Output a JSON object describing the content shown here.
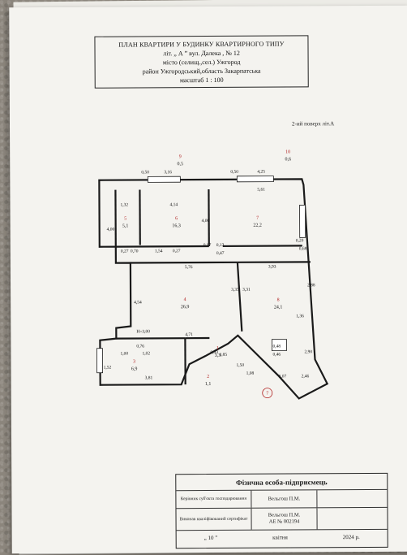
{
  "header": {
    "line1": "ПЛАН КВАРТИРИ У БУДИНКУ КВАРТИРНОГО ТИПУ",
    "line2": "літ. „ А ”  вул. Далека , № 12",
    "line3": "місто (селищ.,сел.)  Ужгород",
    "line4": "район Ужгородський,область  Закарпатська",
    "line5": "масштаб 1 : 100"
  },
  "floor_label": "2-ий поверх літ.А",
  "rooms": [
    {
      "num": "1",
      "area": "3,3"
    },
    {
      "num": "2",
      "area": "1,1"
    },
    {
      "num": "3",
      "area": "6,9"
    },
    {
      "num": "4",
      "area": "26,9"
    },
    {
      "num": "5",
      "area": "5,1"
    },
    {
      "num": "6",
      "area": "16,3"
    },
    {
      "num": "7",
      "area": "22,2"
    },
    {
      "num": "8",
      "area": "24,1"
    },
    {
      "num": "9",
      "area": "0,5"
    },
    {
      "num": "10",
      "area": "0,6"
    }
  ],
  "dimensions": [
    "0,50",
    "3,16",
    "0,50",
    "4,25",
    "1,32",
    "4,14",
    "5,61",
    "4,00",
    "0,70",
    "1,54",
    "0,27",
    "0,27",
    "4,00",
    "0,07",
    "0,13",
    "0,47",
    "0,20",
    "0,68",
    "5,76",
    "3,93",
    "4,54",
    "3,35",
    "3,31",
    "2,88",
    "H=3,00",
    "4,71",
    "1,36",
    "0,85",
    "1,02",
    "1,00",
    "0,76",
    "0,93",
    "1,50",
    "0,48",
    "0,46",
    "2,90",
    "1,52",
    "3,81",
    "1,08",
    "3,07",
    "2,46"
  ],
  "stair_mark": "7",
  "stamp": {
    "title": "Фізична особа-підприємець",
    "row1_label": "Керівник суб'єкта господарювання",
    "row1_name": "Вельгош П.М.",
    "row2_label": "Виконав кваліфікований сертифікат",
    "row2_name": "Вельгош П.М.",
    "row2_cert": "АЕ № 002194",
    "date_day": "„ 10 ”",
    "date_month": "квітня",
    "date_year": "2024 р."
  }
}
